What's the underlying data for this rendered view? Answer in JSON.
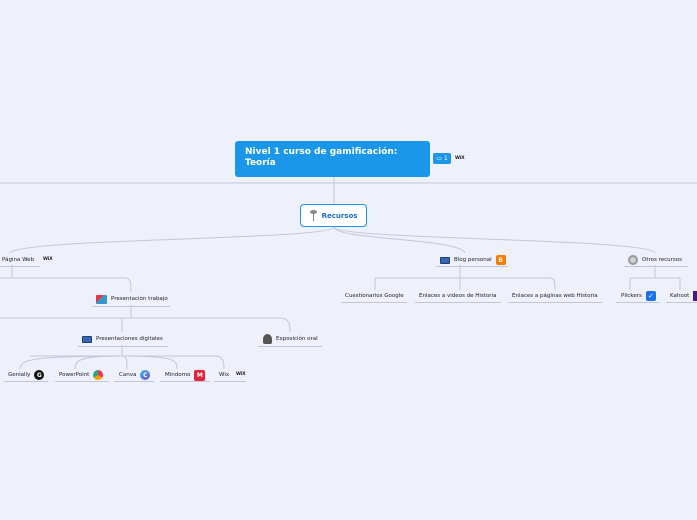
{
  "root": {
    "title": "Nivel 1 curso de gamificación: Teoría",
    "comment_count": "1",
    "link_label": "WiX"
  },
  "recursos": {
    "label": "Recursos",
    "icon": "key-icon"
  },
  "branches": {
    "pagina_web": {
      "label": "Página Web",
      "link_label": "WiX"
    },
    "presentacion_trabajo": {
      "label": "Presentación trabajo"
    },
    "presentaciones_digitales": {
      "label": "Presentaciones digitales"
    },
    "exposicion_oral": {
      "label": "Exposición oral"
    },
    "blog_personal": {
      "label": "Blog personal",
      "icon_glyph": "B"
    },
    "otros_recursos": {
      "label": "Otros recursos"
    }
  },
  "tools": {
    "genially": {
      "label": "Genially",
      "icon_glyph": "G"
    },
    "powerpoint": {
      "label": "PowerPoint"
    },
    "canva": {
      "label": "Canva",
      "icon_glyph": "C"
    },
    "mindomo": {
      "label": "Mindomo",
      "icon_glyph": "M"
    },
    "wix": {
      "label": "Wix",
      "link_label": "WiX"
    }
  },
  "blog_children": [
    "Cuestionarios Google",
    "Enlaces a videos de Historia",
    "Enlaces a páginas web Historia"
  ],
  "otros_children": {
    "plickers": "Plickers",
    "check_glyph": "✓",
    "kahoot": "Kahoot"
  },
  "colors": {
    "accent": "#1a97e8",
    "background": "#eef0fb",
    "wire": "#c3c6d6"
  }
}
